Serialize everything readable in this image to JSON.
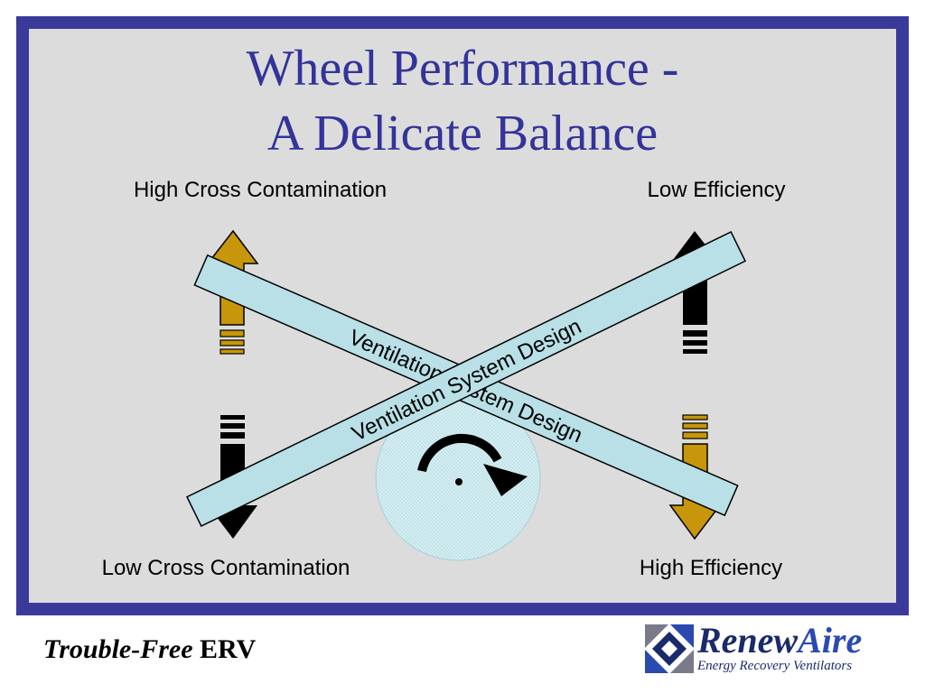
{
  "title": {
    "line1": "Wheel Performance -",
    "line2": "A Delicate Balance"
  },
  "labels": {
    "top_left": "High Cross Contamination",
    "top_right": "Low Efficiency",
    "bottom_left": "Low Cross Contamination",
    "bottom_right": "High Efficiency"
  },
  "bands": {
    "band_1": "Ventilation System Design",
    "band_2": "Ventilation System Design"
  },
  "footer": {
    "left_italic": "Trouble-Free",
    "left_bold": "ERV",
    "logo_name_part1": "Renew",
    "logo_name_part2": "Aire",
    "logo_tagline": "Energy Recovery Ventilators"
  },
  "colors": {
    "frame": "#3a3a9a",
    "panel": "#dcdcdc",
    "title": "#33339a",
    "gold_arrow": "#c8960a",
    "black_arrow": "#000000",
    "band_fill": "#b8e0e6",
    "wheel_fill": "#d4eef2"
  },
  "icons": {
    "rotation": "clockwise-arrow-icon",
    "up_arrow": "up-arrow-icon",
    "down_arrow": "down-arrow-icon"
  }
}
